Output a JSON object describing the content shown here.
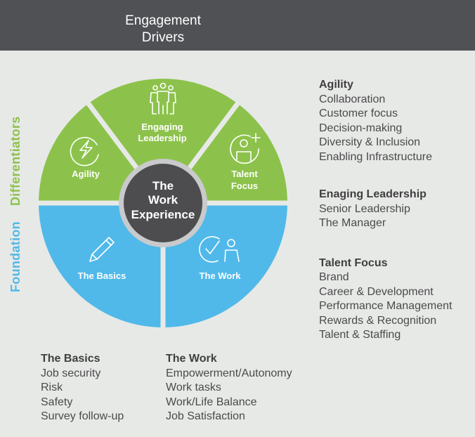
{
  "header": {
    "title_line1": "Engagement",
    "title_line2": "Drivers"
  },
  "side_labels": {
    "differentiators": "Differentiators",
    "foundation": "Foundation"
  },
  "wheel": {
    "center": {
      "line1": "The",
      "line2": "Work",
      "line3": "Experience"
    },
    "segments": {
      "agility": "Agility",
      "leadership_line1": "Engaging",
      "leadership_line2": "Leadership",
      "talent_line1": "Talent",
      "talent_line2": "Focus",
      "basics": "The Basics",
      "work": "The Work"
    }
  },
  "right_lists": [
    {
      "title": "Agility",
      "items": [
        "Collaboration",
        "Customer focus",
        "Decision-making",
        "Diversity & Inclusion",
        "Enabling Infrastructure"
      ]
    },
    {
      "title": "Enaging Leadership",
      "items": [
        "Senior Leadership",
        "The Manager"
      ]
    },
    {
      "title": "Talent Focus",
      "items": [
        "Brand",
        "Career & Development",
        "Performance Management",
        "Rewards & Recognition",
        "Talent & Staffing"
      ]
    }
  ],
  "bottom_lists": [
    {
      "title": "The Basics",
      "items": [
        "Job security",
        "Risk",
        "Safety",
        "Survey follow-up"
      ]
    },
    {
      "title": "The Work",
      "items": [
        "Empowerment/Autonomy",
        "Work tasks",
        "Work/Life Balance",
        "Job Satisfaction"
      ]
    }
  ],
  "colors": {
    "green": "#8cc24b",
    "blue": "#50b9e9",
    "dark": "#4d4d50",
    "header": "#505155",
    "background": "#e7e9e7"
  }
}
